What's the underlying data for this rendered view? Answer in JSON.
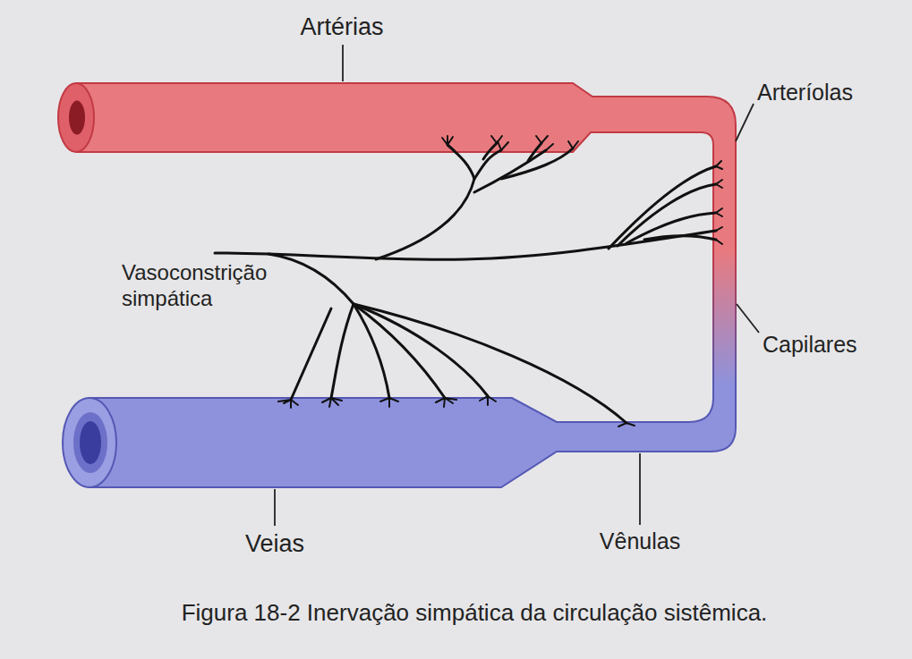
{
  "diagram": {
    "caption": "Figura 18-2 Inervação simpática da circulação sistêmica.",
    "labels": [
      "Artérias",
      "Arteríolas",
      "Vasoconstrição simpática",
      "Capilares",
      "Veias",
      "Vênulas"
    ]
  }
}
